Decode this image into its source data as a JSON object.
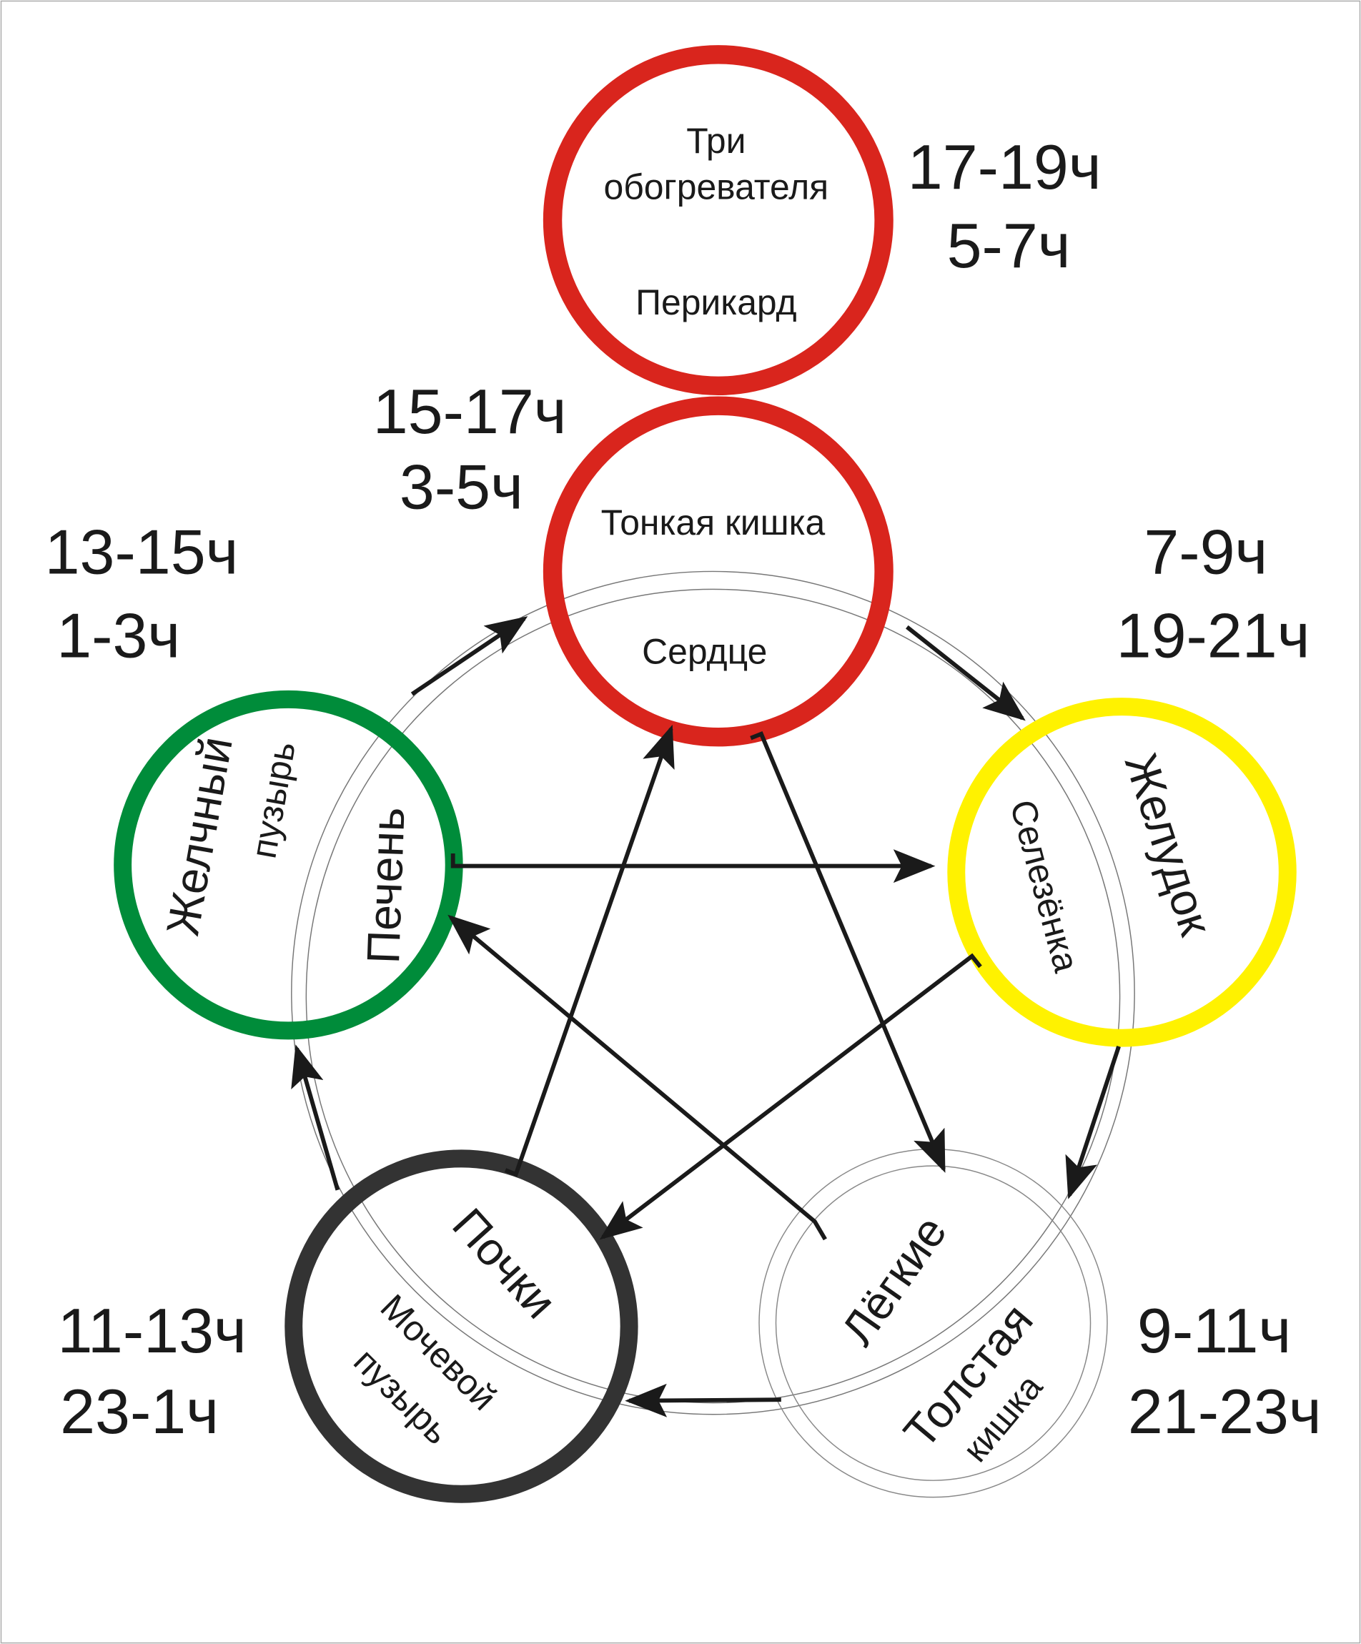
{
  "organs": {
    "triple_heater": "Три",
    "triple_heater2": "обогревателя",
    "pericardium": "Перикард",
    "small_intestine": "Тонкая кишка",
    "heart": "Сердце",
    "gallbladder1": "Желчный",
    "gallbladder2": "пузырь",
    "liver": "Печень",
    "stomach": "Желудок",
    "spleen": "Селезёнка",
    "kidneys": "Почки",
    "bladder1": "Мочевой",
    "bladder2": "пузырь",
    "lungs": "Лёгкие",
    "large_intestine1": "Толстая",
    "large_intestine2": "кишка"
  },
  "times": {
    "fire_top_1": "17-19ч",
    "fire_top_2": "5-7ч",
    "fire_1": "15-17ч",
    "fire_2": "3-5ч",
    "wood_1": "13-15ч",
    "wood_2": "1-3ч",
    "earth_1": "7-9ч",
    "earth_2": "19-21ч",
    "water_1": "11-13ч",
    "water_2": "23-1ч",
    "metal_1": "9-11ч",
    "metal_2": "21-23ч"
  },
  "colors": {
    "fire": "#d9251d",
    "wood": "#008c3a",
    "earth": "#fff200",
    "water": "#333333",
    "metal": "#888888"
  }
}
